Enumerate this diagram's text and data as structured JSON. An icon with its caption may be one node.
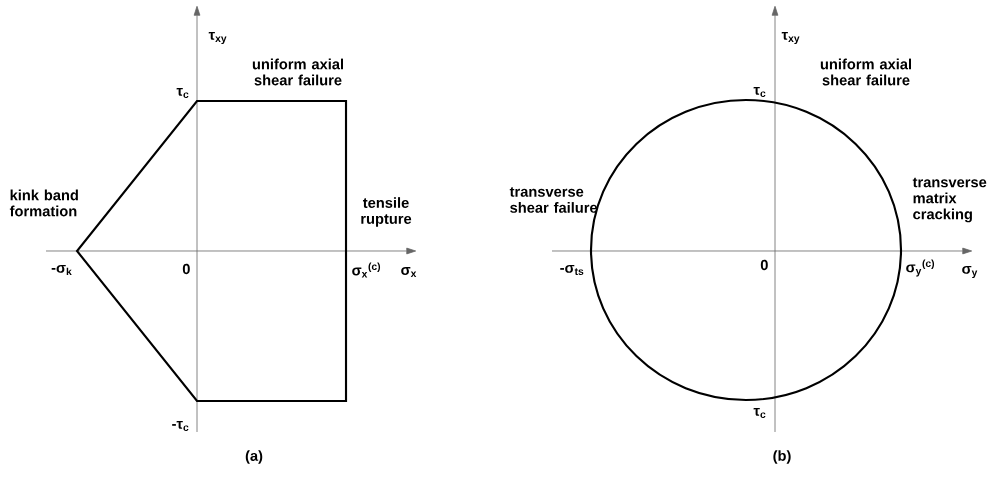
{
  "diagram": {
    "labels": [
      "τ$_{xy}$",
      "uniform axial shear failure",
      "τ$_{c}$",
      "kink band formation",
      "tensile rupture",
      "-σ$_{k}$",
      "0",
      "σ$_{x}$$^{(c)}$",
      "σ$_{x}$",
      "-τ$_{c}$",
      "(a)",
      "τ$_{xy}$",
      "uniform axial shear failure",
      "τ$_{c}$",
      "transverse shear failure",
      "transverse matrix cracking",
      "-σ$_{ts}$",
      "0",
      "σ$_{y}$$^{(c)}$",
      "σ$_{y}$",
      "τ$_{c}$",
      "(b)"
    ]
  }
}
